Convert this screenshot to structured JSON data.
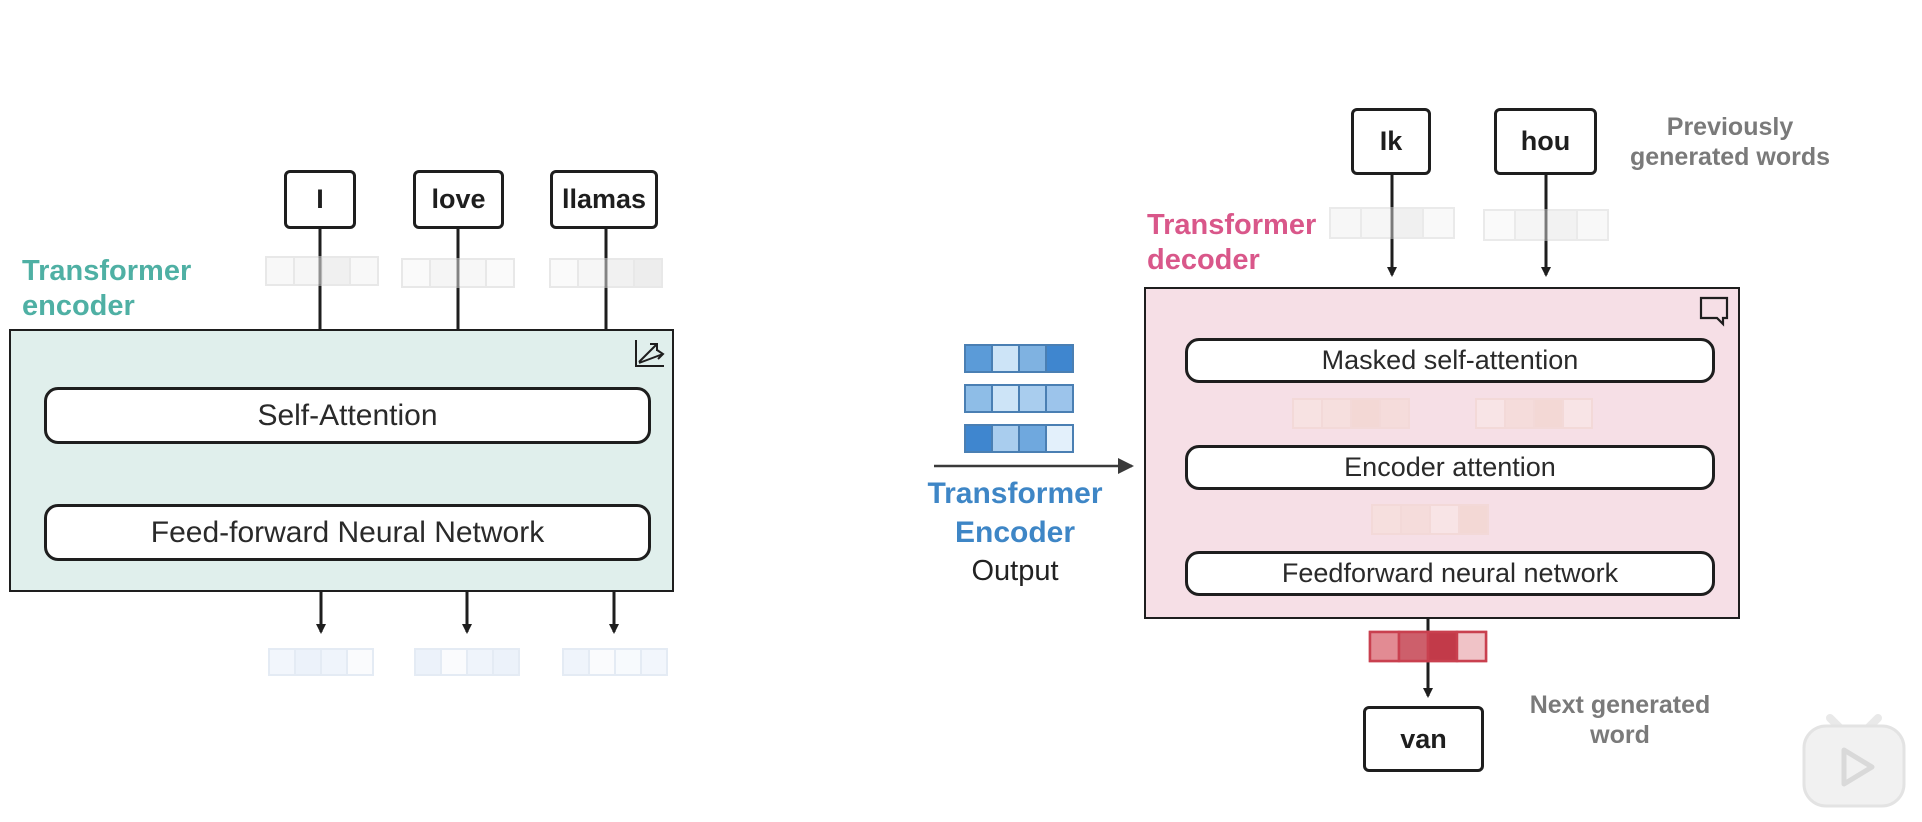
{
  "encoder": {
    "title": "Transformer\nencoder",
    "inputs": [
      "I",
      "love",
      "llamas"
    ],
    "layers": [
      "Self-Attention",
      "Feed-forward Neural Network"
    ]
  },
  "decoder": {
    "title": "Transformer\ndecoder",
    "inputs": [
      "Ik",
      "hou"
    ],
    "inputs_note": "Previously\ngenerated words",
    "layers": [
      "Masked self-attention",
      "Encoder attention",
      "Feedforward neural network"
    ],
    "output": "van",
    "output_note": "Next generated\nword"
  },
  "encoder_output": {
    "line1": "Transformer",
    "line2": "Encoder",
    "line3": "Output"
  },
  "icons": [
    "scatter-plot-icon",
    "speech-bubble-icon",
    "video-play-icon"
  ],
  "colors": {
    "encoder_accent": "#4fb0a4",
    "decoder_accent": "#d9578a",
    "encoder_output_accent": "#3e86c6",
    "encoder_panel": "#e0efec",
    "decoder_panel": "#f6dfe6",
    "output_vector": "#c9404f"
  }
}
